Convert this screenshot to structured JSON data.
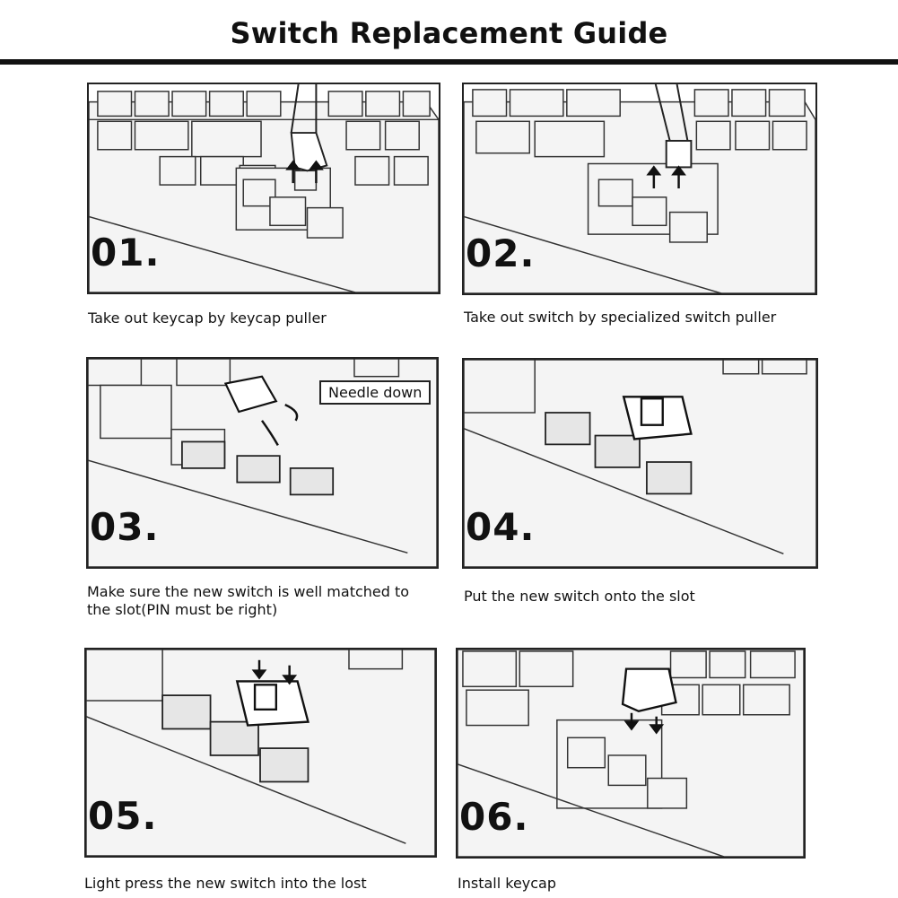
{
  "title": "Switch Replacement Guide",
  "steps": [
    {
      "number": "01.",
      "caption": "Take out keycap by keycap  puller"
    },
    {
      "number": "02.",
      "caption": "Take out switch by specialized switch puller"
    },
    {
      "number": "03.",
      "caption": "Make sure the new switch is well matched to the slot(PIN must be right)",
      "callout": "Needle down"
    },
    {
      "number": "04.",
      "caption": "Put the new switch onto the slot"
    },
    {
      "number": "05.",
      "caption": "Light press the new switch into the lost"
    },
    {
      "number": "06.",
      "caption": "Install keycap"
    }
  ]
}
